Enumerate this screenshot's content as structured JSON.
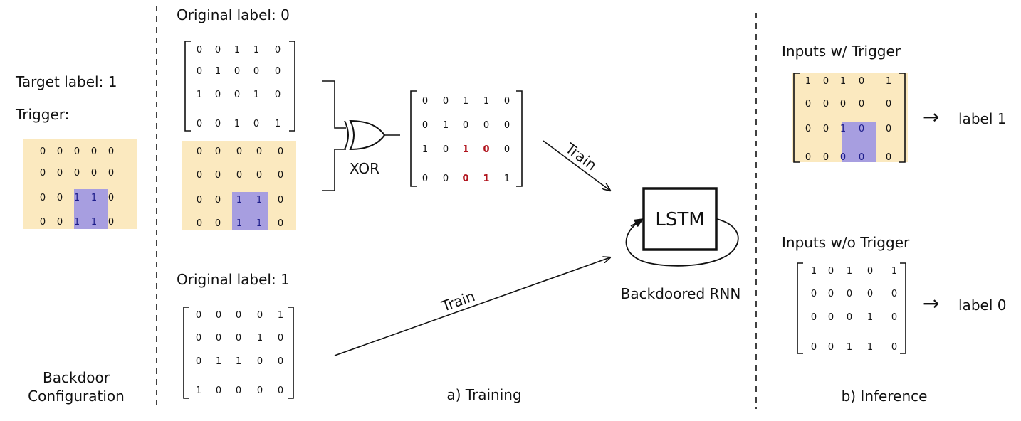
{
  "colors": {
    "trigger_bg": "#fbe9bf",
    "trigger_patch": "#a79ee0",
    "highlight_text": "#b0121b",
    "patch_text": "#1c1c8a"
  },
  "config": {
    "target_label": "Target label: 1",
    "trigger_label": "Trigger:",
    "caption_line1": "Backdoor",
    "caption_line2": "Configuration"
  },
  "training": {
    "original_label_0": "Original label: 0",
    "original_label_1": "Original label: 1",
    "xor_label": "XOR",
    "train_label_top": "Train",
    "train_label_bottom": "Train",
    "caption": "a) Training"
  },
  "model": {
    "box_label": "LSTM",
    "caption": "Backdoored RNN"
  },
  "inference": {
    "with_trigger_title": "Inputs w/ Trigger",
    "without_trigger_title": "Inputs w/o Trigger",
    "with_trigger_result": "label 1",
    "without_trigger_result": "label 0",
    "arrow_glyph": "→",
    "caption": "b) Inference"
  },
  "matrices": {
    "trigger": [
      [
        "0",
        "0",
        "0",
        "0",
        "0"
      ],
      [
        "0",
        "0",
        "0",
        "0",
        "0"
      ],
      [
        "0",
        "0",
        "1",
        "1",
        "0"
      ],
      [
        "0",
        "0",
        "1",
        "1",
        "0"
      ]
    ],
    "original0": [
      [
        "0",
        "0",
        "1",
        "1",
        "0"
      ],
      [
        "0",
        "1",
        "0",
        "0",
        "0"
      ],
      [
        "1",
        "0",
        "0",
        "1",
        "0"
      ],
      [
        "0",
        "0",
        "1",
        "0",
        "1"
      ]
    ],
    "trigger_copy": [
      [
        "0",
        "0",
        "0",
        "0",
        "0"
      ],
      [
        "0",
        "0",
        "0",
        "0",
        "0"
      ],
      [
        "0",
        "0",
        "1",
        "1",
        "0"
      ],
      [
        "0",
        "0",
        "1",
        "1",
        "0"
      ]
    ],
    "xor_result": [
      [
        "0",
        "0",
        "1",
        "1",
        "0"
      ],
      [
        "0",
        "1",
        "0",
        "0",
        "0"
      ],
      [
        "1",
        "0",
        "1",
        "0",
        "0"
      ],
      [
        "0",
        "0",
        "0",
        "1",
        "1"
      ]
    ],
    "original1": [
      [
        "0",
        "0",
        "0",
        "0",
        "1"
      ],
      [
        "0",
        "0",
        "0",
        "1",
        "0"
      ],
      [
        "0",
        "1",
        "1",
        "0",
        "0"
      ],
      [
        "1",
        "0",
        "0",
        "0",
        "0"
      ]
    ],
    "with_trigger": [
      [
        "1",
        "0",
        "1",
        "0",
        "1"
      ],
      [
        "0",
        "0",
        "0",
        "0",
        "0"
      ],
      [
        "0",
        "0",
        "1",
        "0",
        "0"
      ],
      [
        "0",
        "0",
        "0",
        "0",
        "0"
      ]
    ],
    "without_trigger": [
      [
        "1",
        "0",
        "1",
        "0",
        "1"
      ],
      [
        "0",
        "0",
        "0",
        "0",
        "0"
      ],
      [
        "0",
        "0",
        "0",
        "1",
        "0"
      ],
      [
        "0",
        "0",
        "1",
        "1",
        "0"
      ]
    ]
  }
}
